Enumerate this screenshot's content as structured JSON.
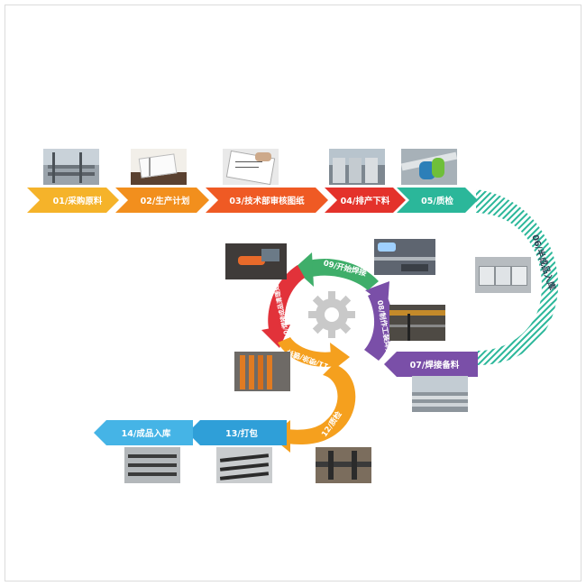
{
  "steps": {
    "s01": "01/采购原料",
    "s02": "02/生产计划",
    "s03": "03/技术部审核图纸",
    "s04": "04/排产下料",
    "s05": "05/质检",
    "s06": "06/半成品入库",
    "s07": "07/焊接备料",
    "s08": "08/制作工装焊具",
    "s09": "09/开始焊接",
    "s10": "10/焊接成品清理处理",
    "s11": "11/喷涂/镀锌",
    "s12": "12/质检",
    "s13": "13/打包",
    "s14": "14/成品入库"
  },
  "colors": {
    "yellow": "#f5b32a",
    "orange": "#f28f1d",
    "red_orange": "#ef5a24",
    "red": "#e4322b",
    "teal": "#2bb79a",
    "purple": "#7a4fa8",
    "green": "#3fae6a",
    "crimson": "#e2323a",
    "amber": "#f5a01e",
    "blue": "#2f9fd8",
    "gear": "#c9c9c9"
  }
}
